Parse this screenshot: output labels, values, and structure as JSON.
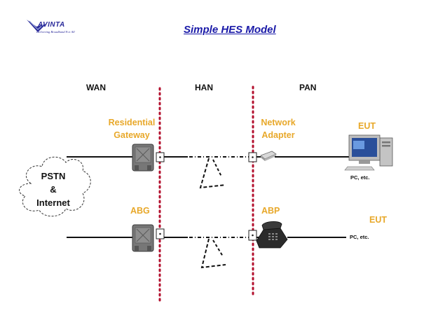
{
  "title": "Simple HES Model",
  "logo": {
    "name": "AVINTA",
    "tagline": "Delivering Broadband For All"
  },
  "zones": {
    "wan": "WAN",
    "han": "HAN",
    "pan": "PAN"
  },
  "cloud": {
    "line1": "PSTN",
    "line2": "&",
    "line3": "Internet"
  },
  "devices": {
    "residential_gateway": {
      "line1": "Residential",
      "line2": "Gateway"
    },
    "network_adapter": {
      "line1": "Network",
      "line2": "Adapter"
    },
    "abg": "ABG",
    "abp": "ABP",
    "eut_top": "EUT",
    "eut_bottom": "EUT",
    "pc_top": "PC, etc.",
    "pc_bottom": "PC, etc."
  },
  "colors": {
    "title": "#1a1aa8",
    "device_label": "#e8a82a",
    "boundary": "#b3102e",
    "box": "#7c7c7c"
  }
}
